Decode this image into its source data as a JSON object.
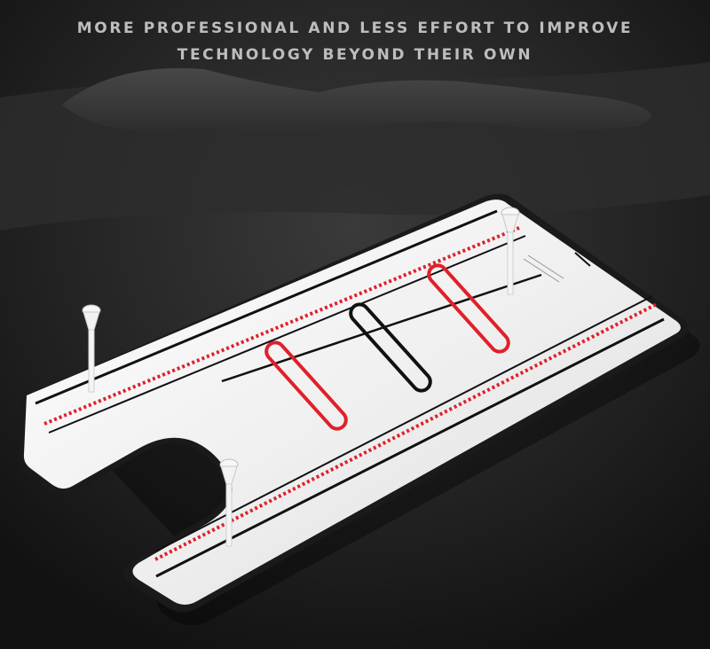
{
  "headline": {
    "line1": "MORE PROFESSIONAL AND LESS EFFORT TO IMPROVE",
    "line2": "TECHNOLOGY BEYOND THEIR OWN"
  },
  "colors": {
    "background": "#1b1b1b",
    "mirror": "#f2f2f2",
    "accent_red": "#e0202a",
    "black_line": "#111111",
    "headline_text": "#bdbdbd"
  },
  "scene": {
    "product": "golf putting alignment mirror",
    "tees": 3,
    "red_bars": 2,
    "black_bars": 1
  }
}
